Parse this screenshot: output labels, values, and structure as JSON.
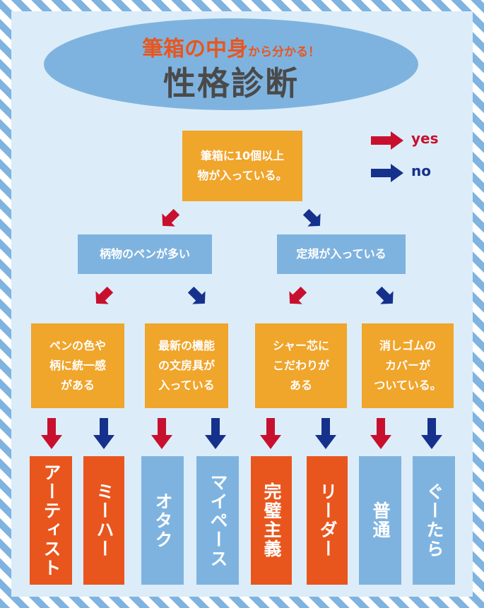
{
  "title": {
    "part1": "筆箱の中身",
    "part2": "から分かる！",
    "main": "性格診断"
  },
  "legend": {
    "yes": "yes",
    "no": "no",
    "yes_color": "#c8102e",
    "no_color": "#16318c"
  },
  "question_root": "筆箱に10個以上\n物が入っている。",
  "question_level2": [
    "柄物のペンが多い",
    "定規が入っている"
  ],
  "question_level3": [
    "ペンの色や\n柄に統一感\nがある",
    "最新の機能\nの文房具が\n入っている",
    "シャー芯に\nこだわりが\nある",
    "消しゴムの\nカバーが\nついている。"
  ],
  "results": [
    "アーティスト",
    "ミーハー",
    "オタク",
    "マイペース",
    "完璧主義",
    "リーダー",
    "普通",
    "ぐーたら"
  ],
  "colors": {
    "orange_box": "#f0a52b",
    "blue_box": "#7fb3df",
    "result_red": "#e8561e",
    "title_orange": "#e8561e",
    "title_gray": "#4a4a4a"
  }
}
